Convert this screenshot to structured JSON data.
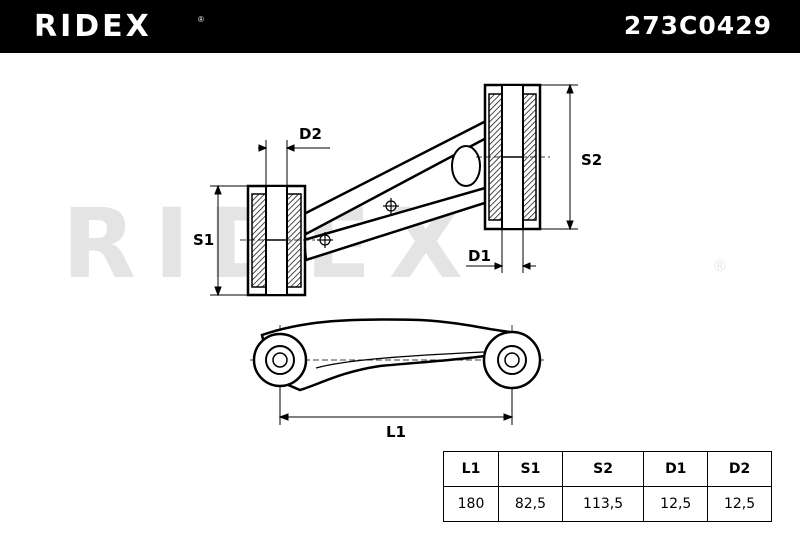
{
  "header": {
    "brand": "RIDEX",
    "brand_mark": "®",
    "part_number": "273C0429"
  },
  "watermark": {
    "text": "RIDEX",
    "mark": "®"
  },
  "dimension_labels": {
    "d2": "D2",
    "s1": "S1",
    "s2": "S2",
    "d1": "D1",
    "l1": "L1"
  },
  "spec_table": {
    "headers": [
      "L1",
      "S1",
      "S2",
      "D1",
      "D2"
    ],
    "values": [
      "180",
      "82,5",
      "113,5",
      "12,5",
      "12,5"
    ]
  }
}
